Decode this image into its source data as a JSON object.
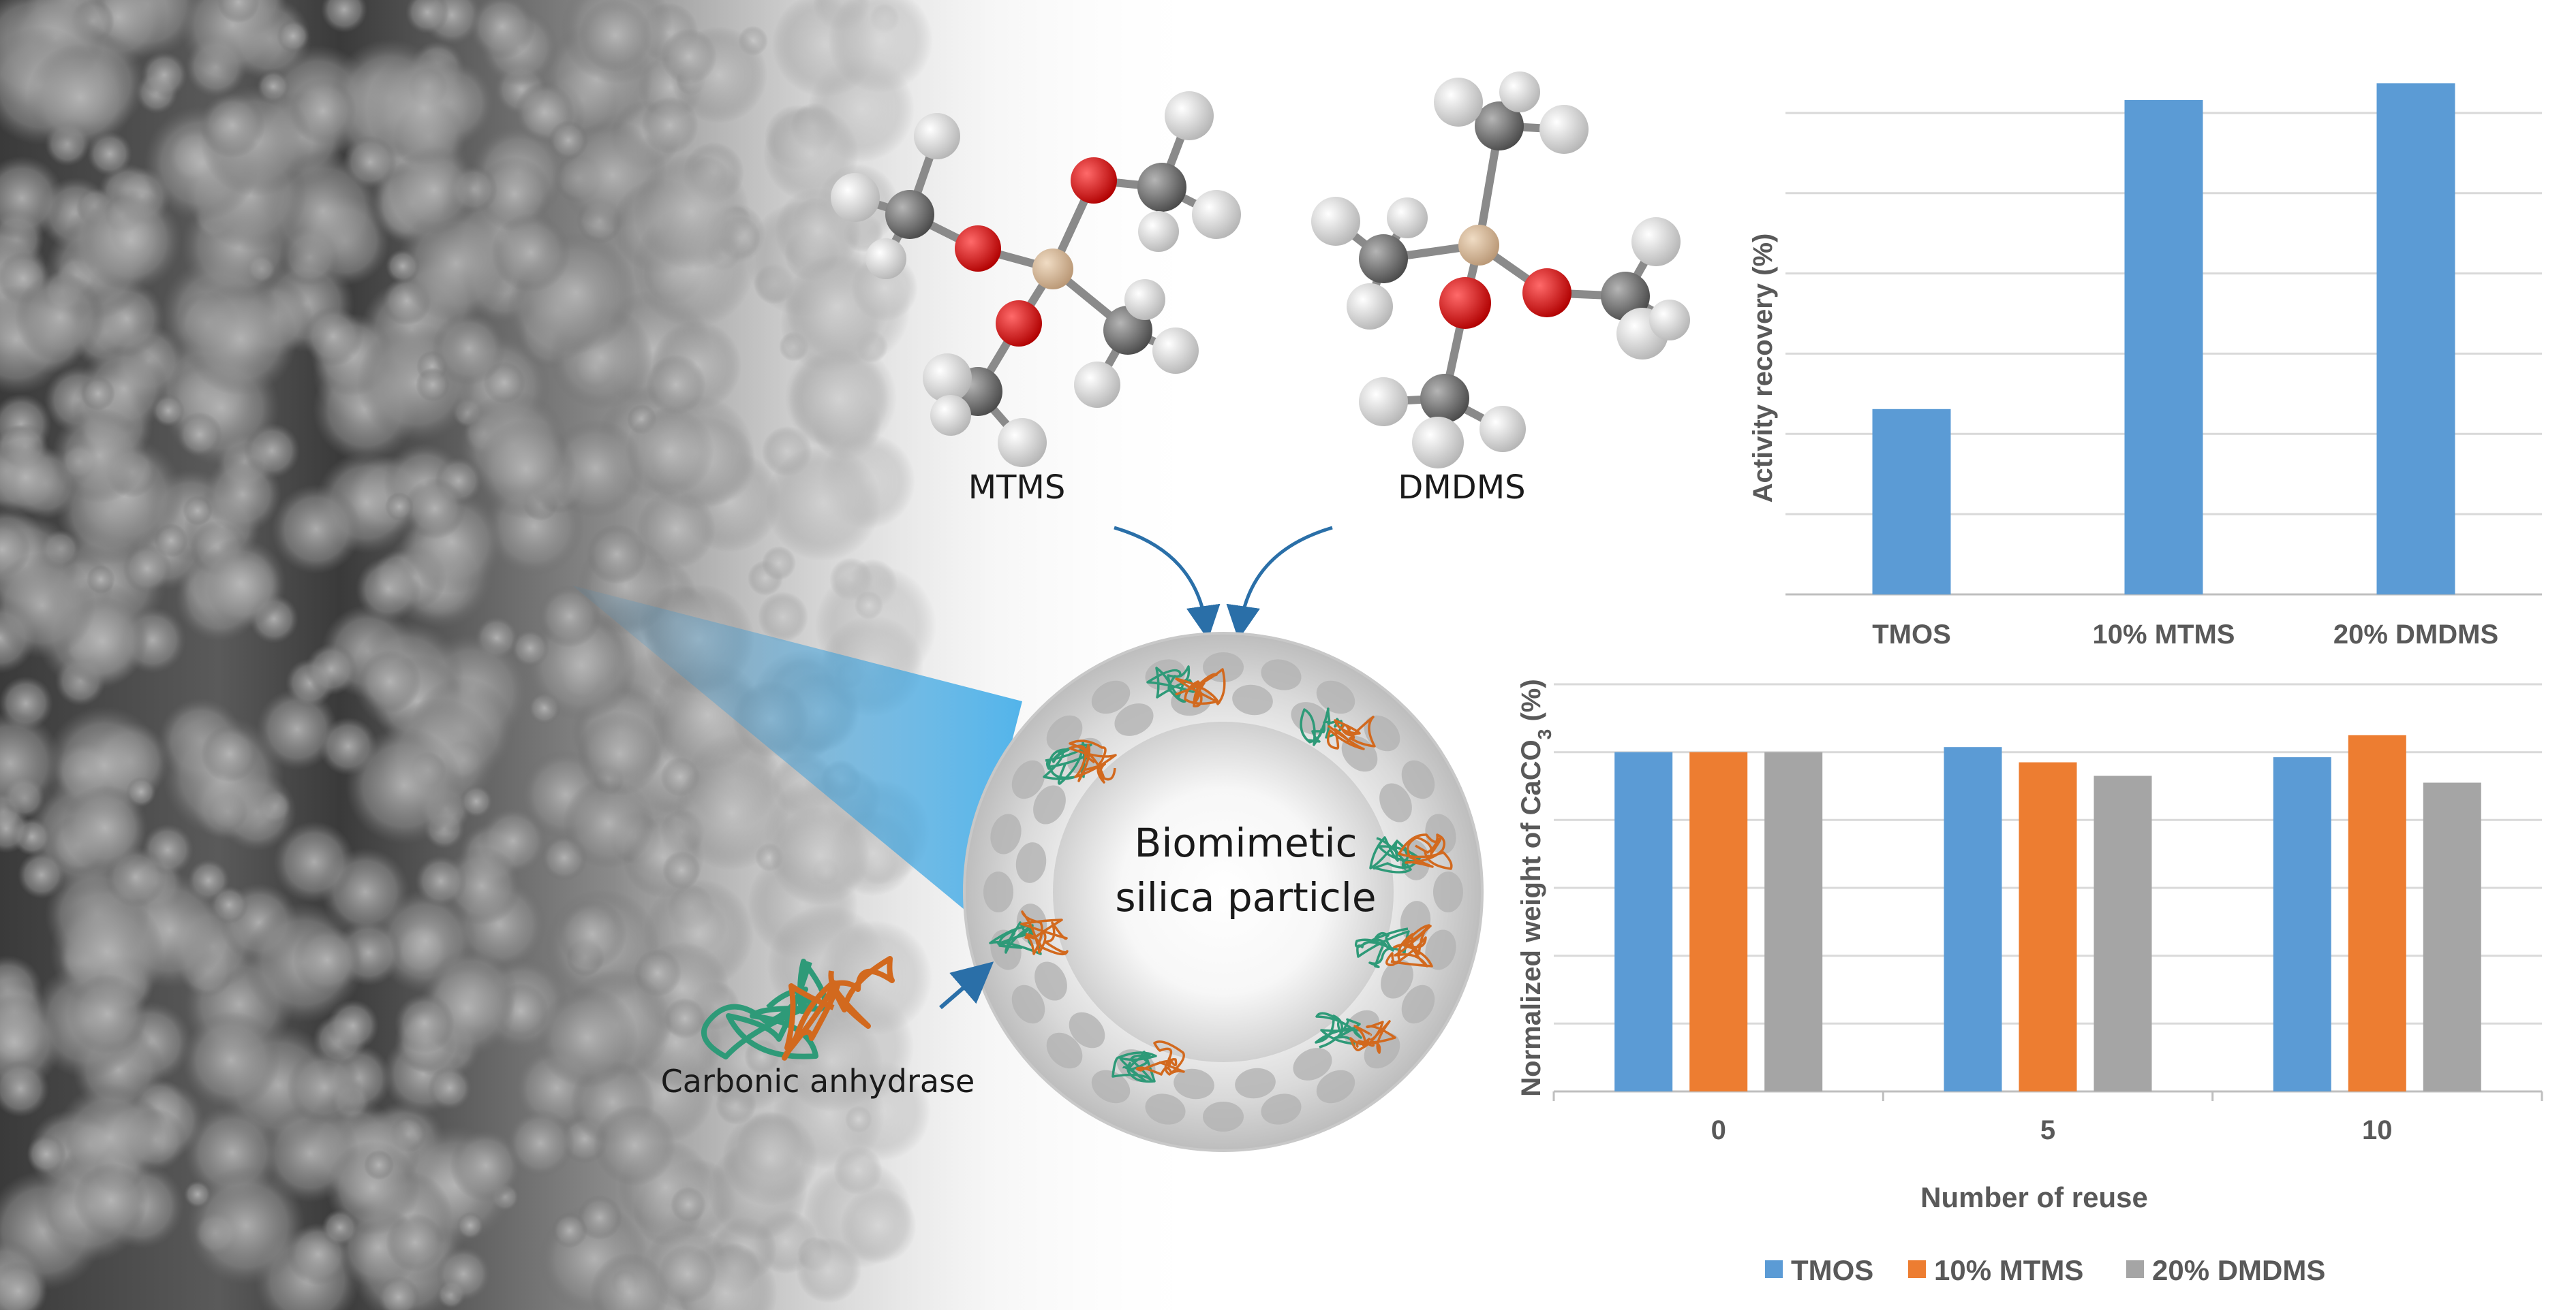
{
  "illustration": {
    "molecule_left_label": "MTMS",
    "molecule_right_label": "DMDMS",
    "particle_label_line1": "Biomimetic",
    "particle_label_line2": "silica particle",
    "enzyme_label": "Carbonic anhydrase",
    "colors": {
      "carbon": "#6e6e6e",
      "hydrogen": "#e6e6e6",
      "oxygen": "#d90000",
      "silicon": "#d9b894",
      "enzyme_green": "#2e9a78",
      "enzyme_orange": "#d2691e",
      "arrow": "#2a6fa8"
    }
  },
  "chart_data": [
    {
      "type": "bar",
      "categories": [
        "TMOS",
        "10% MTMS",
        "20% DMDMS"
      ],
      "values": [
        33,
        88,
        91
      ],
      "xlabel": "",
      "ylabel": "Activity recovery (%)",
      "ylim": [
        0,
        100
      ],
      "grid": true,
      "color": "#5b9bd5"
    },
    {
      "type": "bar",
      "categories": [
        "0",
        "5",
        "10"
      ],
      "series": [
        {
          "name": "TMOS",
          "color": "#5b9bd5",
          "values": [
            100,
            101.5,
            98.5
          ]
        },
        {
          "name": "10% MTMS",
          "color": "#ed7d31",
          "values": [
            100,
            97,
            105
          ]
        },
        {
          "name": "20% DMDMS",
          "color": "#a5a5a5",
          "values": [
            100,
            93,
            91
          ]
        }
      ],
      "xlabel": "Number of reuse",
      "ylabel_prefix": "Normalized weight of CaCO",
      "ylabel_sub": "3",
      "ylabel_suffix": " (%)",
      "ylim": [
        0,
        120
      ],
      "grid": true,
      "legend": "bottom"
    }
  ]
}
